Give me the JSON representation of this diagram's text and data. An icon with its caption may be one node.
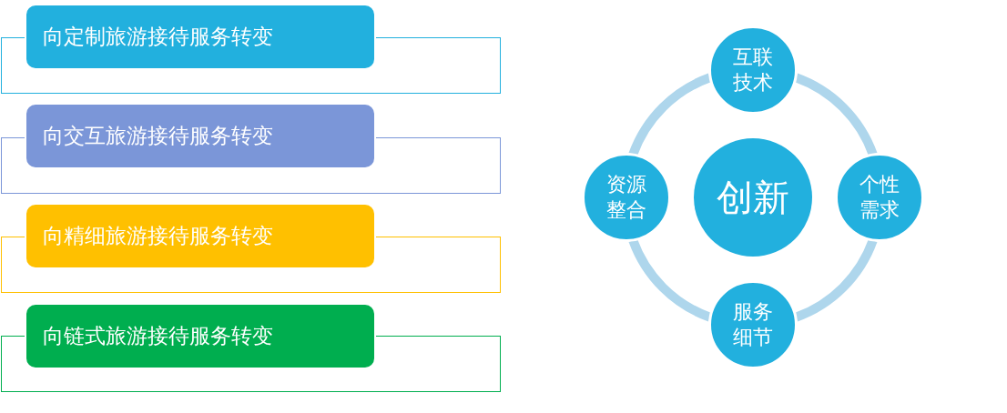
{
  "diagram": {
    "nodes": [
      {
        "text": [
          "向定制旅游接待服务转变"
        ]
      },
      {
        "text": [
          "向交互旅游接待服务转变"
        ]
      },
      {
        "text": [
          "向精细旅游接待服务转变"
        ]
      },
      {
        "text": [
          "向链式旅游接待服务转变"
        ]
      },
      {
        "text": [
          "互联技术"
        ]
      },
      {
        "text": [
          "资源整合"
        ]
      },
      {
        "text": [
          "创新"
        ]
      },
      {
        "text": [
          "个性需求"
        ]
      },
      {
        "text": [
          "服务细节"
        ]
      }
    ],
    "edges": [
      {
        "from": 4,
        "to": 7,
        "arrow": "none"
      },
      {
        "from": 7,
        "to": 8,
        "arrow": "none"
      },
      {
        "from": 8,
        "to": 5,
        "arrow": "none"
      },
      {
        "from": 5,
        "to": 4,
        "arrow": "none"
      }
    ]
  }
}
